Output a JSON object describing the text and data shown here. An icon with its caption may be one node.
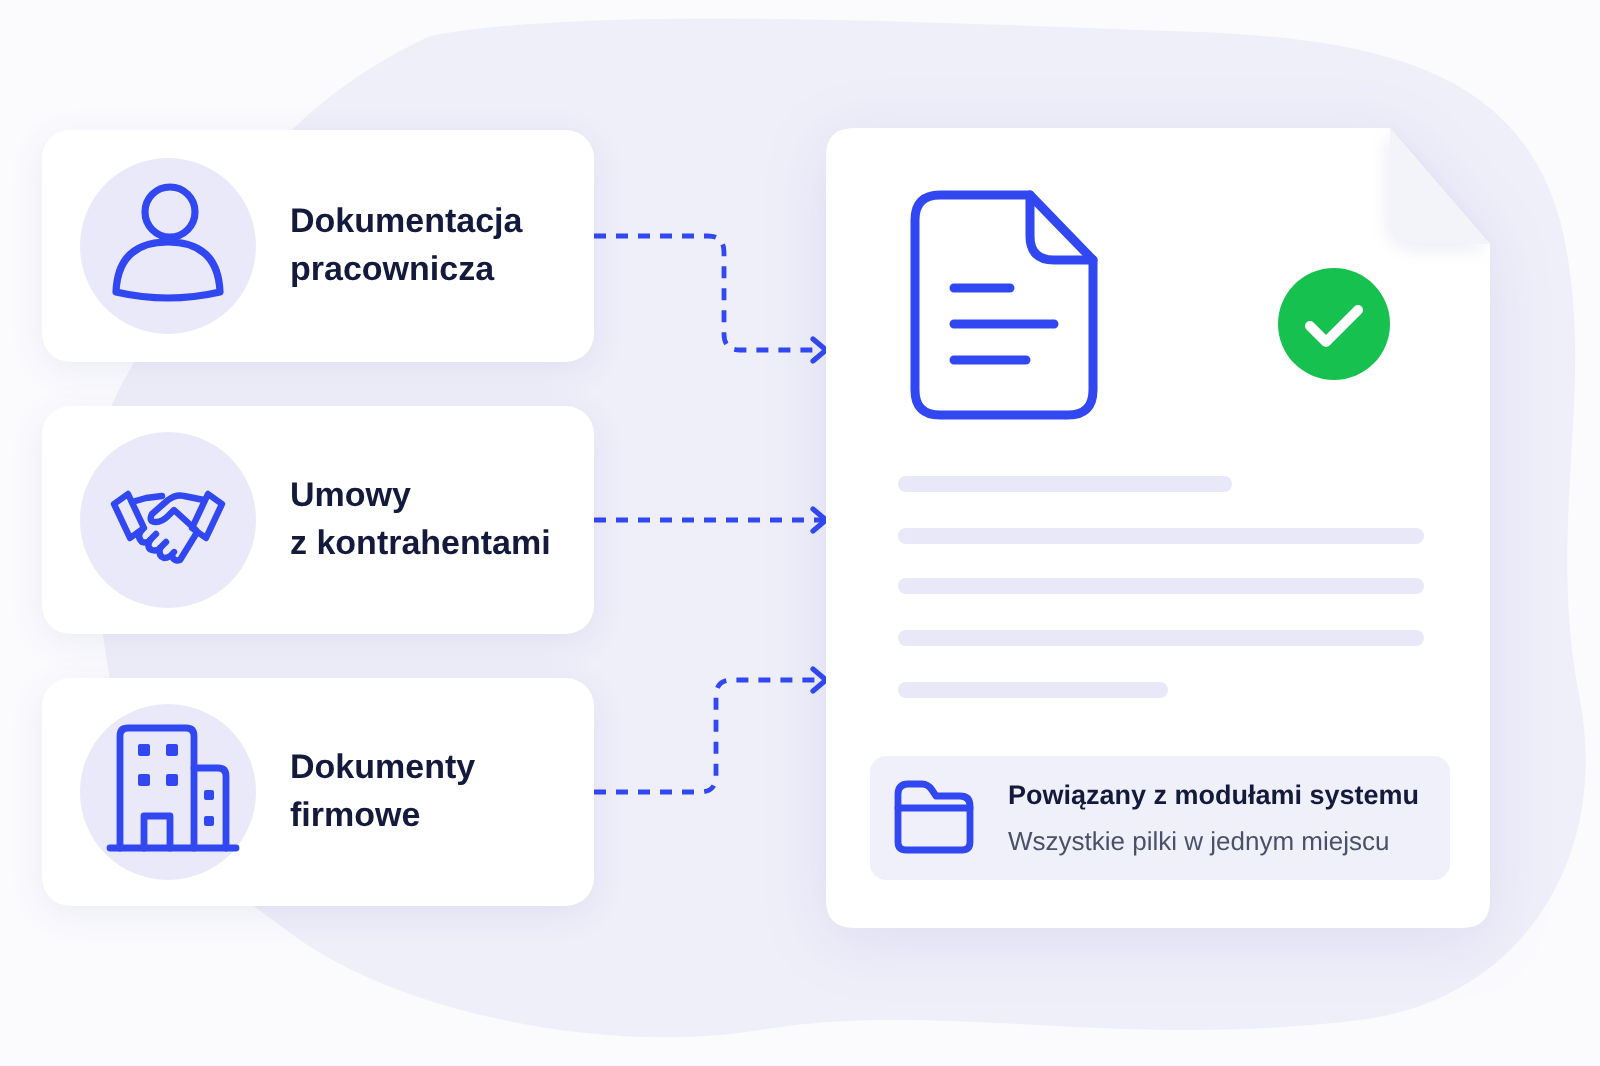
{
  "diagram": {
    "nodes": [
      {
        "text": [
          "Dokumentacja pracownicza"
        ]
      },
      {
        "text": [
          "Umowy z kontrahentami"
        ]
      },
      {
        "text": [
          "Dokumenty firmowe"
        ]
      },
      {
        "text": [],
        "shape": "document"
      },
      {
        "text": [
          "Powiązany z modułami systemu",
          "Wszystkie pilki w jednym miejscu"
        ],
        "in": 3
      }
    ],
    "edges": [
      {
        "from": 0,
        "to": 3,
        "arrow": "to",
        "style": "dashed"
      },
      {
        "from": 1,
        "to": 3,
        "arrow": "to",
        "style": "dashed"
      },
      {
        "from": 2,
        "to": 3,
        "arrow": "to",
        "style": "dashed"
      }
    ]
  }
}
